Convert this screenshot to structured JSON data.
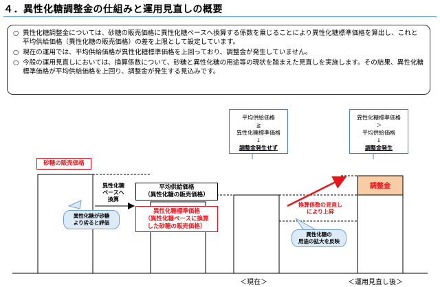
{
  "header": {
    "title": "４．異性化糖調整金の仕組みと運用見直しの概要"
  },
  "summary": {
    "bullet_mark": "○",
    "items": [
      "異性化糖調整金については、砂糖の販売価格に異性化糖ベースへ換算する係数を乗じることにより異性化糖標準価格を算出し、これと平均供給価格（異性化糖の販売価格）の差を上限として設定しています。",
      "現在の運用では、平均供給価格が異性化糖標準価格を上回っており、調整金が発生していません。",
      "今般の運用見直しにおいては、換算係数について、砂糖と異性化糖の用途等の現状を踏まえた見直しを実施します。その結果、異性化糖標準価格が平均供給価格を上回り、調整金が発生する見込みです。"
    ]
  },
  "diagram": {
    "sugar_price_label": "砂糖の販売価格",
    "conversion_label": "異性化糖\nベースへ\n換算",
    "bubble_inferior": "異性化糖が砂糖\nより劣ると評価",
    "avg_supply_price_label": "平均供給価格\n（異性化糖の販売価格）",
    "standard_price_label": "異性化糖標準価格\n（異性化糖ベースに換算\nした砂糖の販売価格）",
    "coef_review_label": "換算係数の見直し\nにより上昇",
    "bubble_expansion": "異性化糖の\n用途の拡大を反映",
    "current_box": {
      "line1": "平均供給価格",
      "op": "≧",
      "line2": "異性化糖標準価格",
      "arrow": "↓",
      "result": "調整金発生せず"
    },
    "after_box": {
      "line1": "異性化糖標準価格",
      "op": "＞",
      "line2": "平均供給価格",
      "arrow": "↓",
      "result": "調整金発生"
    },
    "adjustment_label": "調整金",
    "current_axis_label": "＜現在＞",
    "after_axis_label": "＜運用見直し後＞"
  },
  "colors": {
    "accent_red": "#e8141b",
    "title_rule_blue": "#2e75b6",
    "bubble_fill": "#dcebf7",
    "adjustment_fill": "#f7cda6"
  }
}
